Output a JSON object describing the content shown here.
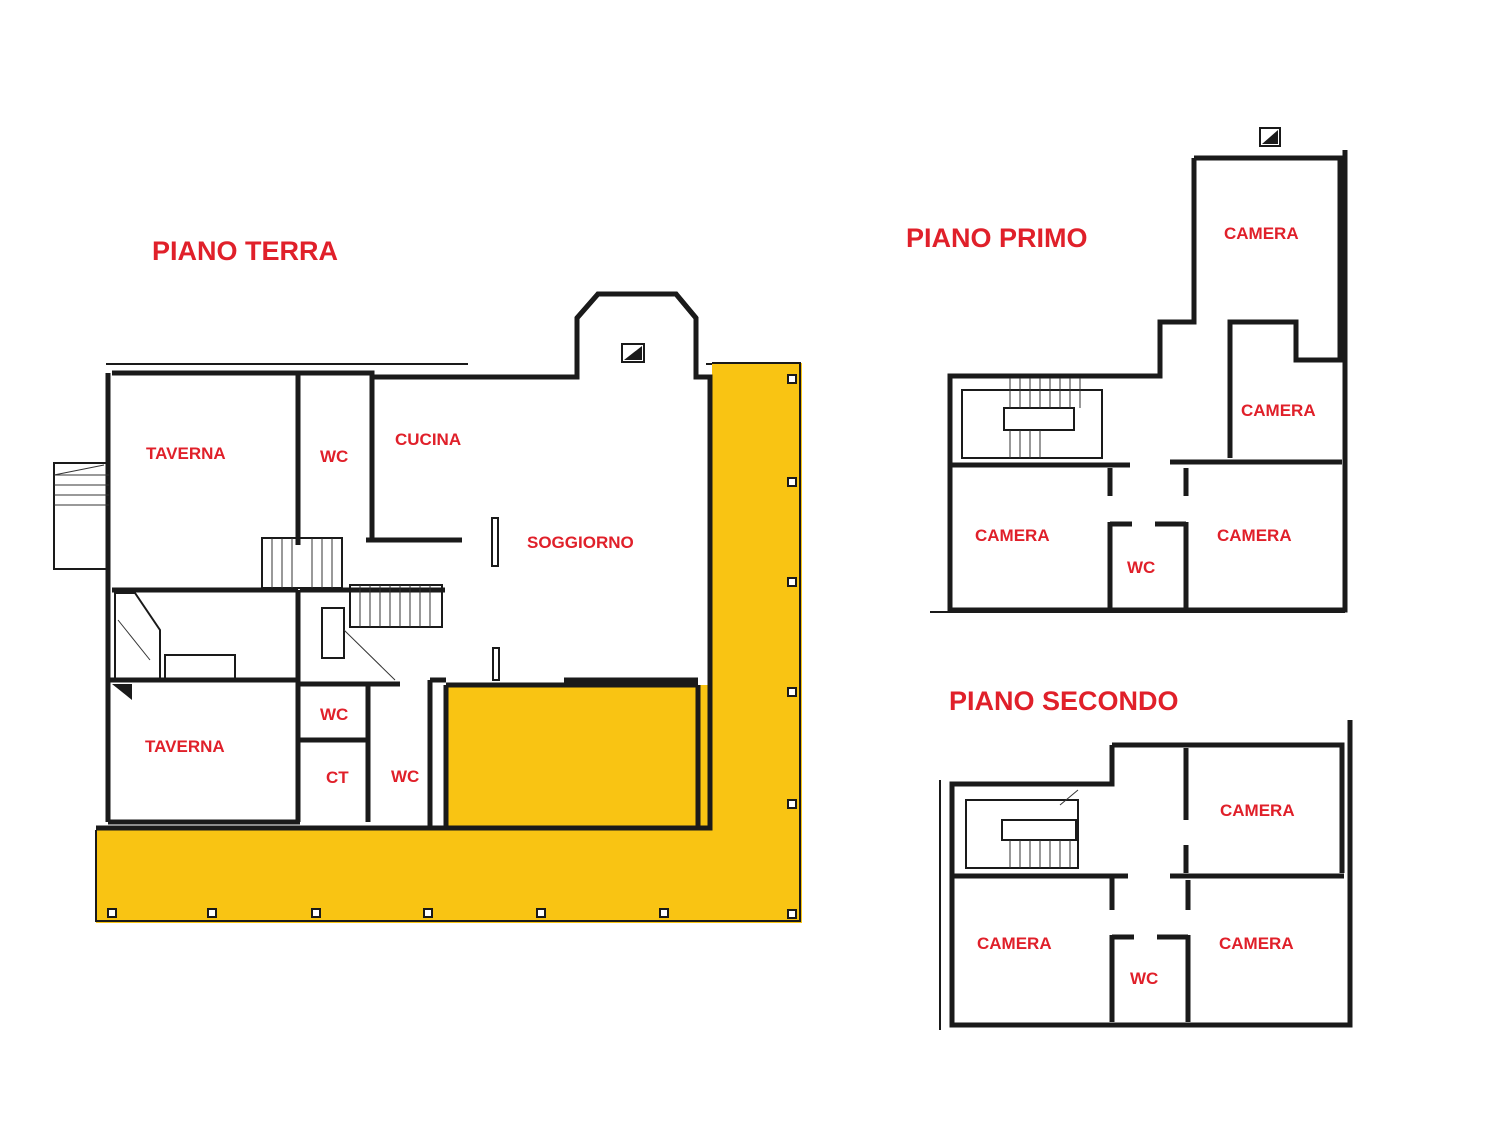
{
  "colors": {
    "label": "#e0202a",
    "wall": "#1a1a1a",
    "terrace": "#f9c413",
    "background": "#ffffff"
  },
  "floors": {
    "ground": {
      "title": "PIANO TERRA",
      "rooms": {
        "taverna_top": "TAVERNA",
        "wc_top": "WC",
        "cucina": "CUCINA",
        "soggiorno": "SOGGIORNO",
        "taverna_bottom": "TAVERNA",
        "wc_middle": "WC",
        "ct": "CT",
        "wc_bottom": "WC"
      }
    },
    "first": {
      "title": "PIANO PRIMO",
      "rooms": {
        "camera_top": "CAMERA",
        "camera_upper_right": "CAMERA",
        "camera_left": "CAMERA",
        "camera_right": "CAMERA",
        "wc": "WC"
      }
    },
    "second": {
      "title": "PIANO SECONDO",
      "rooms": {
        "camera_top_right": "CAMERA",
        "camera_left": "CAMERA",
        "camera_right": "CAMERA",
        "wc": "WC"
      }
    }
  }
}
